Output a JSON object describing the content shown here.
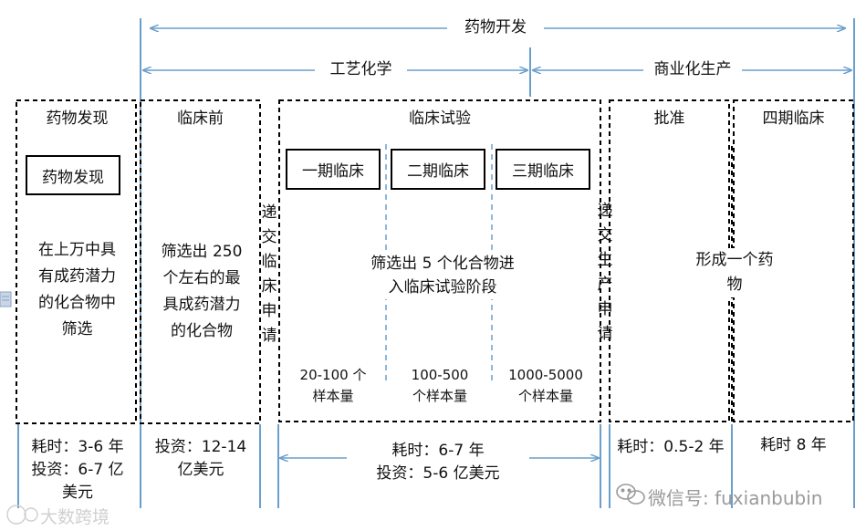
{
  "top": {
    "drug_development": "药物开发",
    "process_chemistry": "工艺化学",
    "commercial_production": "商业化生产"
  },
  "stages": {
    "discovery": {
      "title": "药物发现",
      "box": "药物发现",
      "description": "在上万中具\n有成药潜力\n的化合物中\n筛选",
      "cost": "耗时：3-6 年\n投资：6-7 亿\n美元"
    },
    "preclinical": {
      "title": "临床前",
      "description": "筛选出 250\n个左右的最\n具成药潜力\n的化合物",
      "cost": "投资：12-14\n亿美元"
    },
    "ind": {
      "label": "递交临床申请"
    },
    "clinical": {
      "title": "临床试验",
      "phases": [
        "一期临床",
        "二期临床",
        "三期临床"
      ],
      "description": "筛选出 5 个化合物进\n入临床试验阶段",
      "samples": [
        "20-100 个\n样本量",
        "100-500\n个样本量",
        "1000-5000\n个样本量"
      ],
      "cost": "耗时：6-7 年\n投资：5-6 亿美元"
    },
    "nda": {
      "label": "递交生产申请"
    },
    "approval": {
      "title": "批准",
      "cost": "耗时：0.5-2 年"
    },
    "phase4": {
      "title": "四期临床",
      "description": "形成一个药\n物",
      "cost": "耗时 8 年"
    }
  },
  "watermark": {
    "wechat": "微信号: fuxianbubin",
    "brand": "大数跨境"
  },
  "colors": {
    "arrow": "#6a9fcc",
    "divider": "#6a9fcc",
    "border": "#000000"
  }
}
